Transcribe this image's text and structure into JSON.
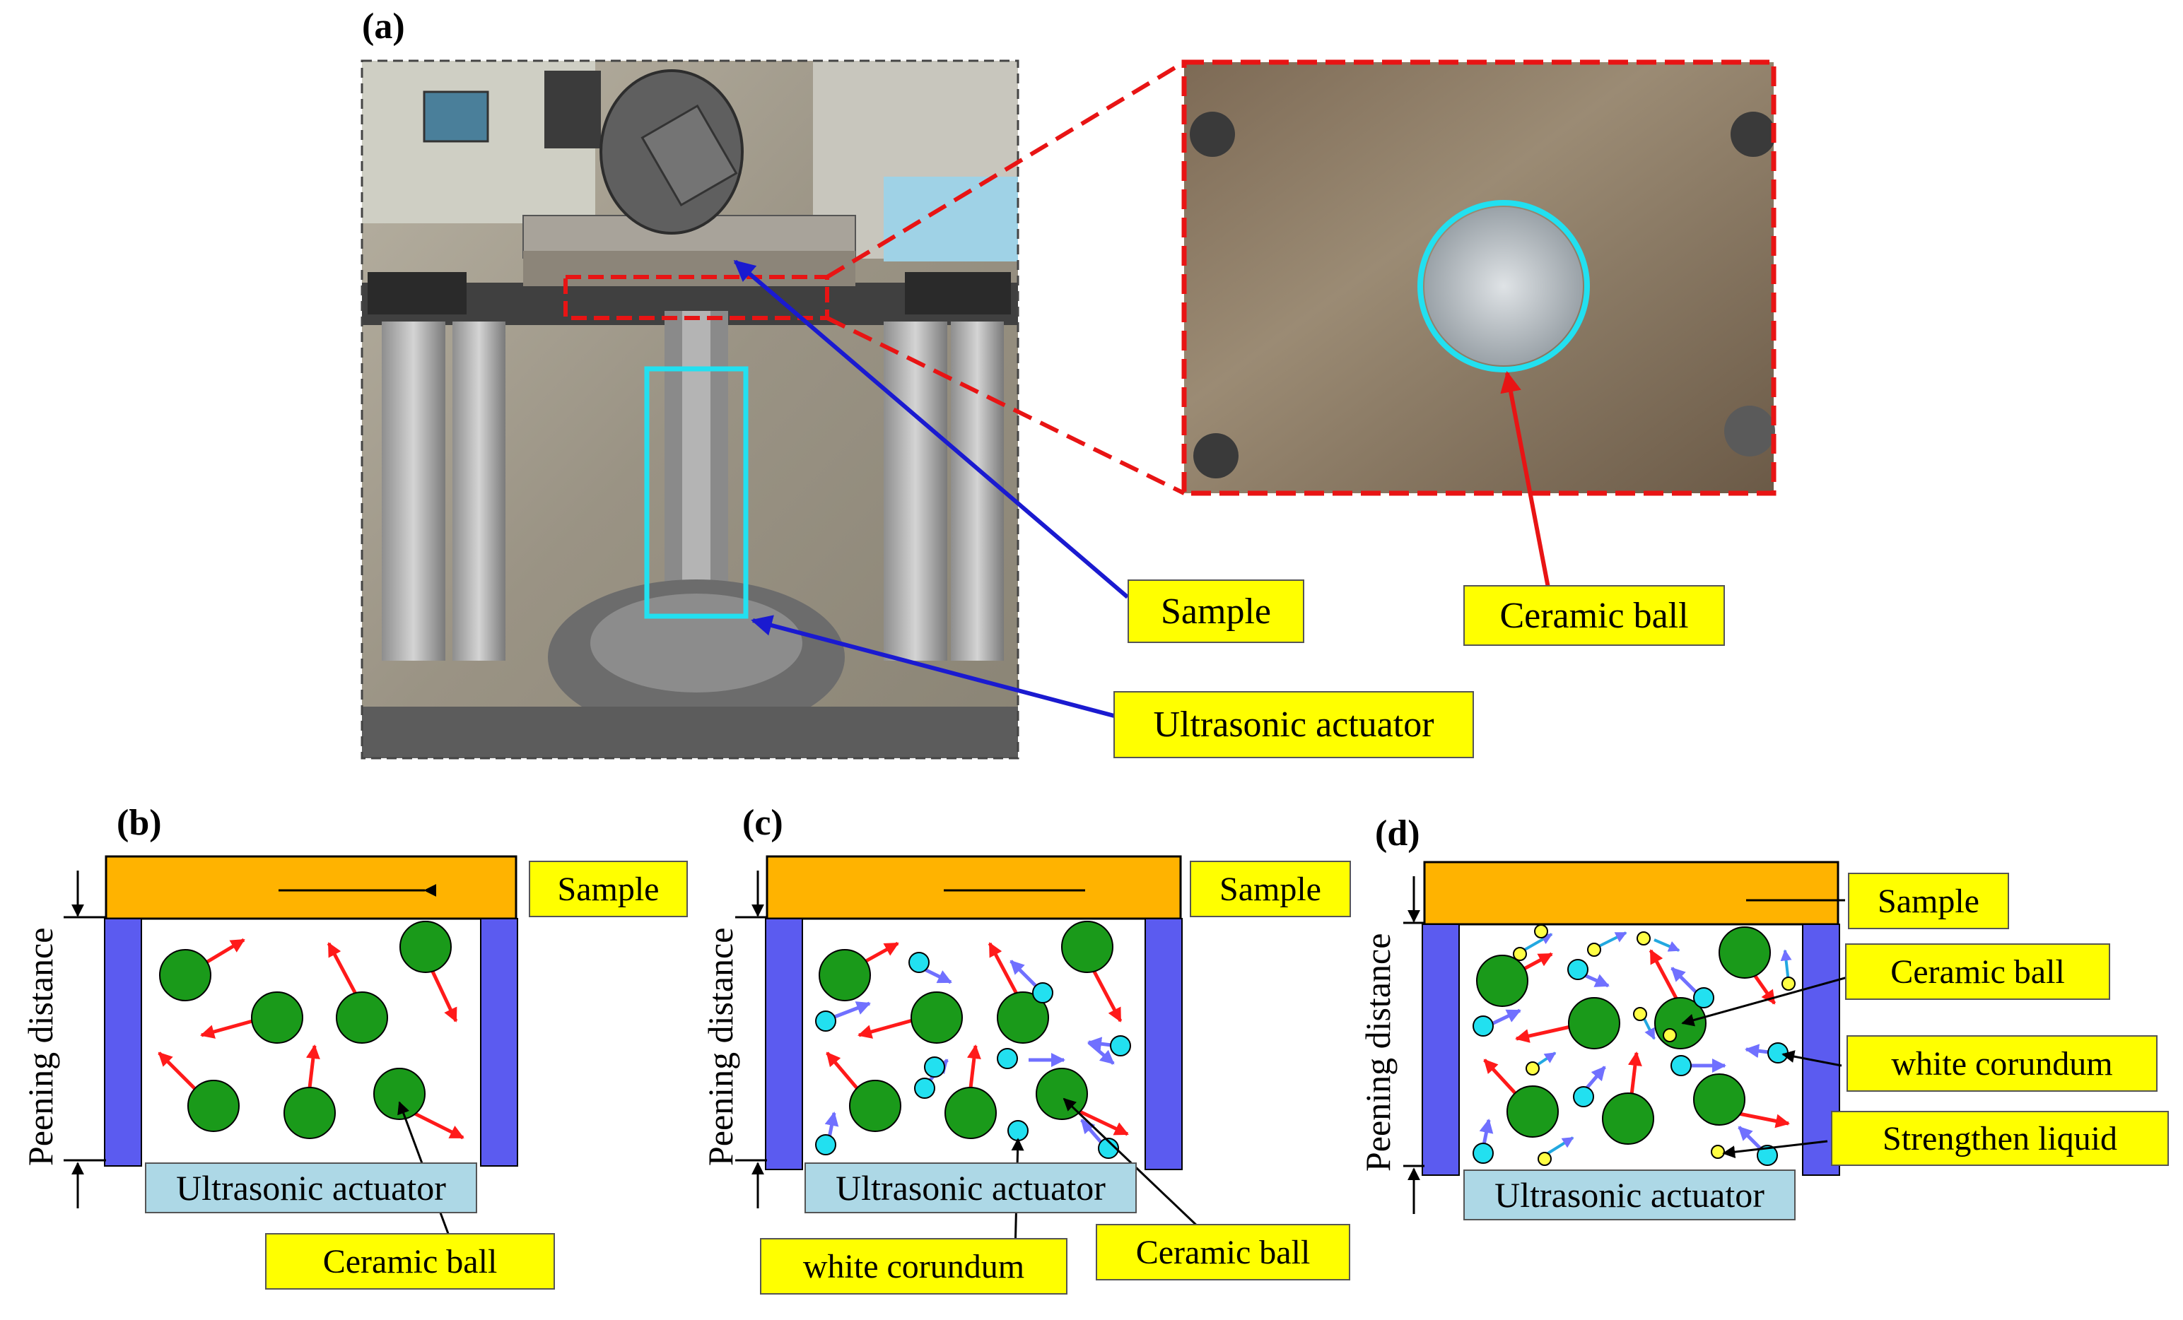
{
  "figure": {
    "panel_a": {
      "letter": "(a)",
      "callouts": {
        "sample": "Sample",
        "actuator": "Ultrasonic actuator",
        "ceramic": "Ceramic ball"
      }
    },
    "panel_b": {
      "letter": "(b)",
      "sample": "Sample",
      "actuator": "Ultrasonic actuator",
      "distance": "Peening distance",
      "ceramic": "Ceramic ball"
    },
    "panel_c": {
      "letter": "(c)",
      "sample": "Sample",
      "actuator": "Ultrasonic actuator",
      "distance": "Peening distance",
      "ceramic": "Ceramic ball",
      "corundum": "white corundum"
    },
    "panel_d": {
      "letter": "(d)",
      "sample": "Sample",
      "actuator": "Ultrasonic actuator",
      "distance": "Peening distance",
      "ceramic": "Ceramic ball",
      "corundum": "white corundum",
      "liquid": "Strengthen liquid"
    }
  },
  "colors": {
    "sample": "#ffb300",
    "wall": "#5b5bf0",
    "ceramic_ball": "#1a9a1a",
    "corundum": "#22e0f0",
    "liquid": "#ffff44",
    "red_arrow": "#ff1a1a",
    "blue_arrow": "#7070ff",
    "callout": "#ffff00",
    "actuator": "#add8e6",
    "leader_blue": "#1a1ad0",
    "highlight_red": "#e81414",
    "highlight_cyan": "#22e0f0"
  }
}
